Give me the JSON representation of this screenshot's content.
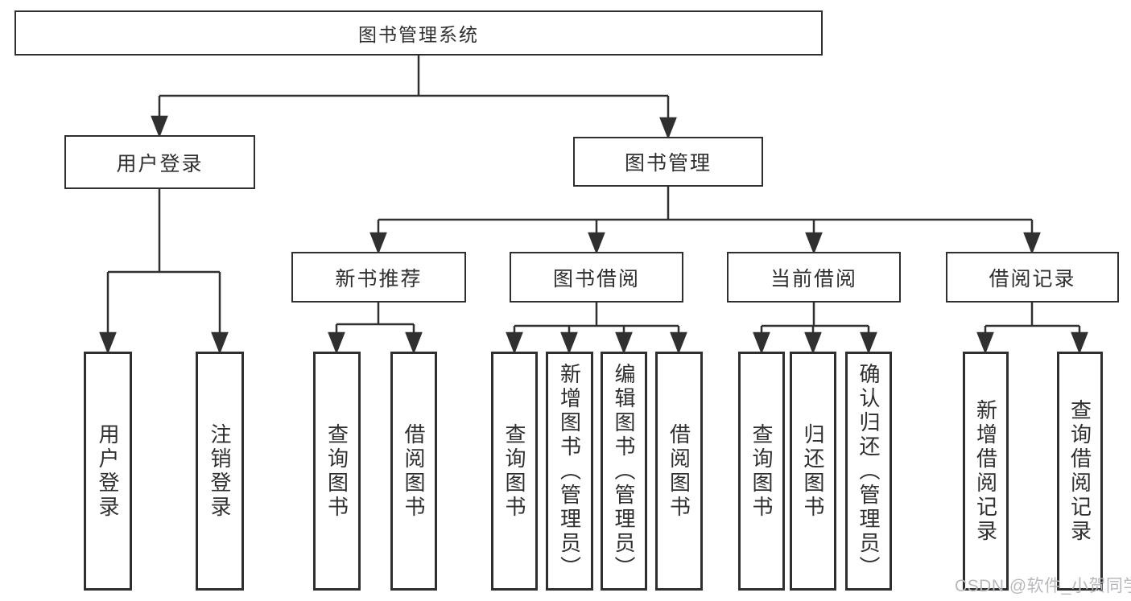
{
  "diagram": {
    "root": {
      "label": "图书管理系统"
    },
    "branches": [
      {
        "label": "用户登录",
        "children": [
          {
            "label": "用户登录"
          },
          {
            "label": "注销登录"
          }
        ]
      },
      {
        "label": "图书管理",
        "sections": [
          {
            "label": "新书推荐",
            "children": [
              {
                "label": "查询图书"
              },
              {
                "label": "借阅图书"
              }
            ]
          },
          {
            "label": "图书借阅",
            "children": [
              {
                "label": "查询图书"
              },
              {
                "label": "新增图书（管理员）"
              },
              {
                "label": "编辑图书（管理员）"
              },
              {
                "label": "借阅图书"
              }
            ]
          },
          {
            "label": "当前借阅",
            "children": [
              {
                "label": "查询图书"
              },
              {
                "label": "归还图书"
              },
              {
                "label": "确认归还（管理员）"
              }
            ]
          },
          {
            "label": "借阅记录",
            "children": [
              {
                "label": "新增借阅记录"
              },
              {
                "label": "查询借阅记录"
              }
            ]
          }
        ]
      }
    ]
  },
  "watermark": {
    "text": "CSDN @软件_小贺同学",
    "color": "#b9b9bd"
  },
  "colors": {
    "line": "#303030",
    "box_border": "#2f2f2f",
    "text": "#2f2f2f",
    "background": "#ffffff",
    "watermark": "#b9b9bd"
  }
}
